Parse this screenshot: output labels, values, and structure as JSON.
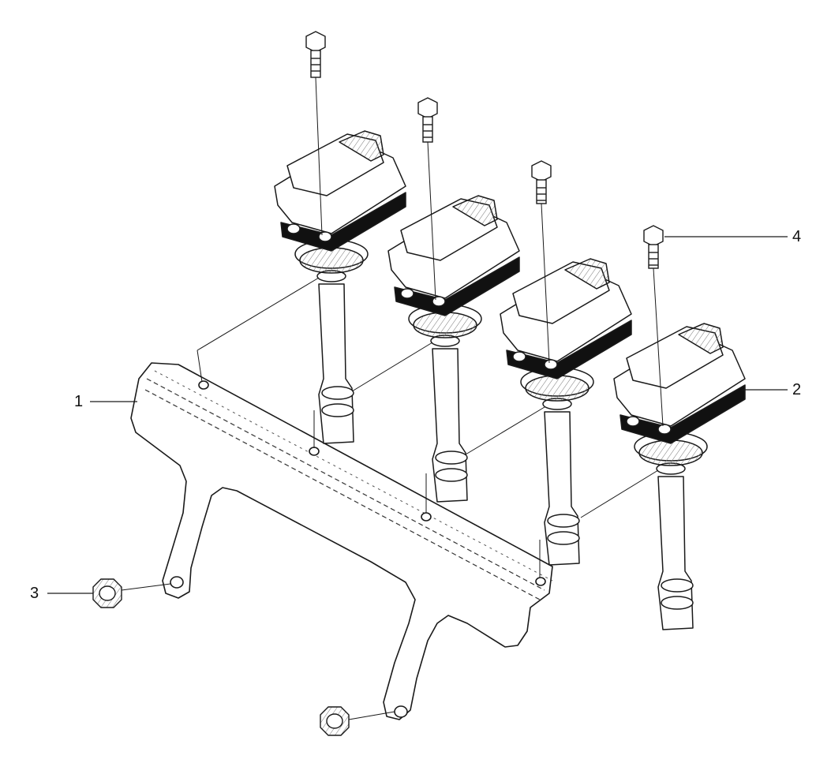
{
  "callouts": {
    "c1": "1",
    "c2": "2",
    "c3": "3",
    "c4": "4"
  },
  "colors": {
    "line": "#1a1a1a",
    "fill": "#ffffff",
    "dark": "#111111",
    "hatch": "#555555"
  },
  "parts": [
    {
      "id": "1",
      "name": "bracket"
    },
    {
      "id": "2",
      "name": "ignition-coil"
    },
    {
      "id": "3",
      "name": "nut"
    },
    {
      "id": "4",
      "name": "bolt"
    }
  ]
}
